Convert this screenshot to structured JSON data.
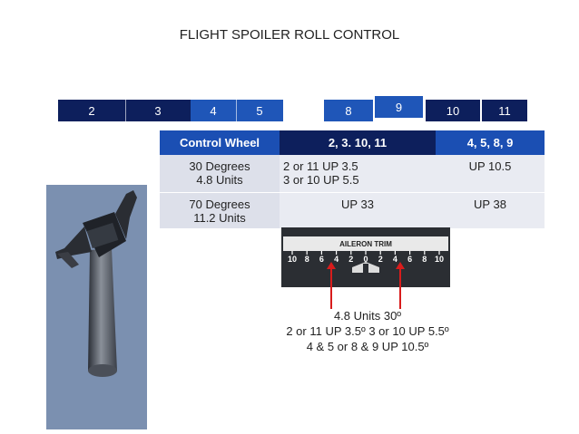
{
  "title": "FLIGHT SPOILER ROLL CONTROL",
  "spoilers": [
    {
      "label": "2"
    },
    {
      "label": "3"
    },
    {
      "label": "4"
    },
    {
      "label": "5"
    },
    {
      "label": "8"
    },
    {
      "label": "9"
    },
    {
      "label": "10"
    },
    {
      "label": "11"
    }
  ],
  "table": {
    "headers": [
      "Control Wheel",
      "2, 3. 10, 11",
      "4, 5, 8, 9"
    ],
    "rows": [
      {
        "wheel": [
          "30 Degrees",
          "4.8 Units"
        ],
        "inboard": [
          "2 or 11 UP 3.5",
          "3 or 10 UP 5.5"
        ],
        "outboard": [
          "UP 10.5"
        ]
      },
      {
        "wheel": [
          "70 Degrees",
          "11.2 Units"
        ],
        "inboard": [
          "UP 33"
        ],
        "outboard": [
          "UP 38"
        ]
      }
    ]
  },
  "trim": {
    "label": "AILERON TRIM",
    "scale": [
      "10",
      "8",
      "6",
      "4",
      "2",
      "0",
      "2",
      "4",
      "6",
      "8",
      "10"
    ]
  },
  "caption": {
    "line1": "4.8 Units 30º",
    "line2": "2 or 11 UP 3.5º  3 or 10 UP 5.5º",
    "line3": "4 & 5 or 8 & 9 UP 10.5º"
  },
  "colors": {
    "dark_blue": "#0d1f5c",
    "mid_blue": "#1f56b8",
    "arrow_red": "#d81c1c",
    "panel": "#7b90b0"
  }
}
